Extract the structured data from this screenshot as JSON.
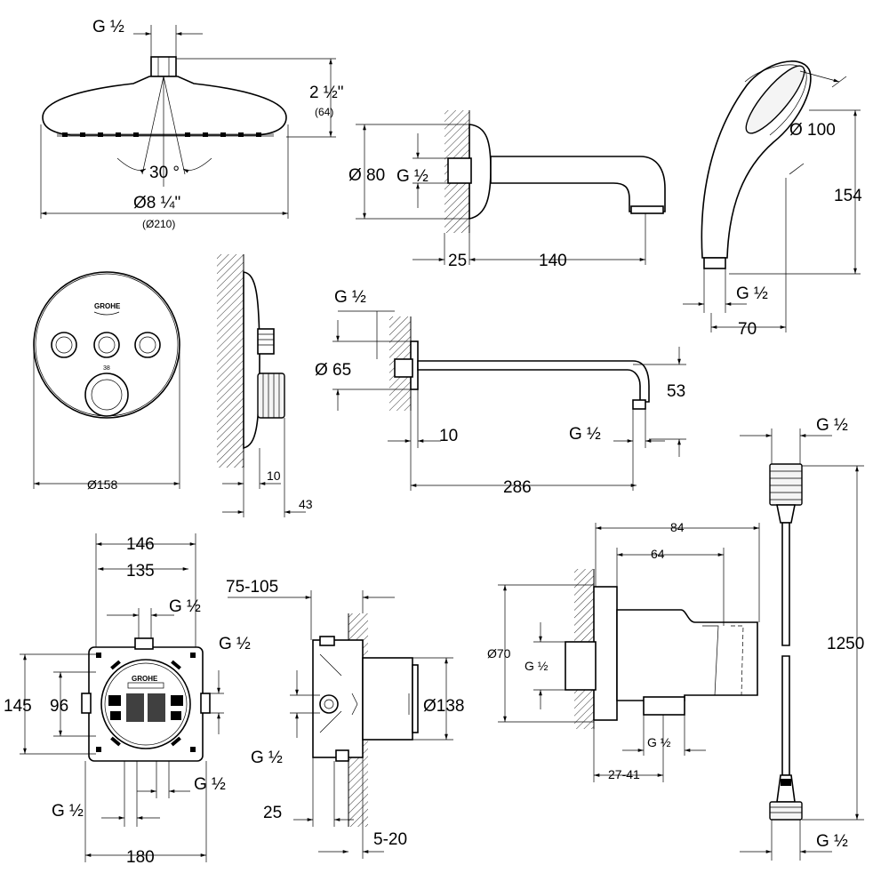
{
  "colors": {
    "stroke": "#000000",
    "background": "#ffffff",
    "part_fill": "#f4f4f4"
  },
  "icons": {
    "hatch": "wall-hatch-pattern"
  },
  "head_shower": {
    "thread": "G ½",
    "height": "2 ½\"",
    "height_mm": "(64)",
    "angle": "30 °",
    "diameter": "Ø8 ¼\"",
    "diameter_mm": "(Ø210)"
  },
  "spout": {
    "diameter": "Ø 80",
    "thread": "G ½",
    "wall": "25",
    "length": "140"
  },
  "hand_shower": {
    "diameter": "Ø 100",
    "height": "154",
    "thread": "G ½",
    "width": "70"
  },
  "control_plate": {
    "logo": "GROHE",
    "label": "38",
    "diameter": "Ø158"
  },
  "side_view": {
    "depth": "10",
    "total": "43"
  },
  "shower_arm": {
    "thread_top": "G ½",
    "diameter": "Ø 65",
    "drop": "53",
    "wall": "10",
    "thread_bottom": "G ½",
    "length": "286"
  },
  "hose": {
    "thread_top": "G ½",
    "length": "1250",
    "thread_bottom": "G ½"
  },
  "wall_outlet": {
    "width": "84",
    "inner": "64",
    "diameter": "Ø70",
    "thread_left": "G ½",
    "thread_bottom": "G ½",
    "depth": "27-41"
  },
  "rough_in_front": {
    "width1": "146",
    "width2": "135",
    "thread_top": "G ½",
    "thread_right": "G ½",
    "height": "145",
    "height_inner": "96",
    "logo": "GROHE",
    "thread_bottom_right": "G ½",
    "thread_bottom_left": "G ½",
    "width_total": "180"
  },
  "rough_in_side": {
    "depth": "75-105",
    "diameter": "Ø138",
    "thread": "G ½",
    "offset": "25",
    "adjust": "5-20"
  }
}
